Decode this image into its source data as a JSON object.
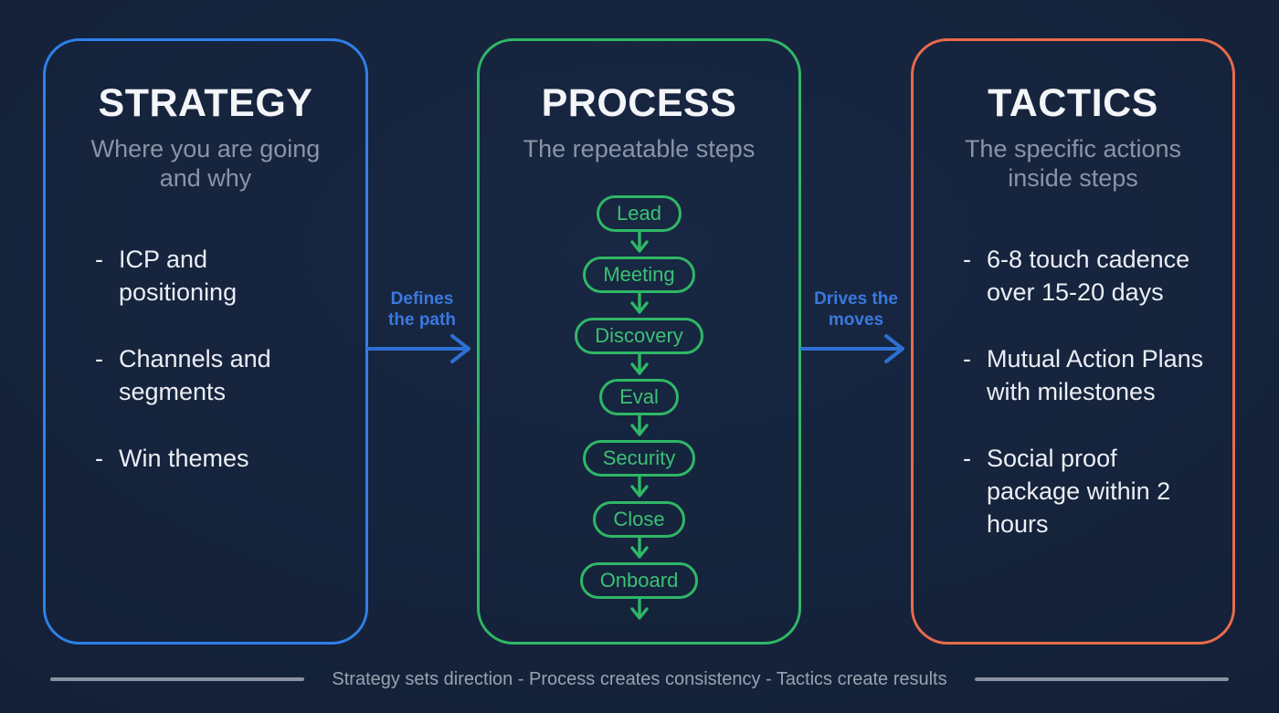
{
  "palette": {
    "background": "#142138",
    "strategy_accent": "#2e80e8",
    "process_accent": "#2fb766",
    "tactics_accent": "#e96b4b",
    "arrow_blue": "#2f6fd4",
    "connector_label_blue": "#3a79de",
    "title_color": "#f3f5f8",
    "subtitle_color": "#8a94a6",
    "body_text_color": "#ebeef4",
    "footer_color": "#99a2b0"
  },
  "bullet_marker": "-",
  "columns": {
    "strategy": {
      "title": "STRATEGY",
      "subtitle": "Where you are going\nand why",
      "bullets": [
        "ICP and\npositioning",
        "Channels and\nsegments",
        "Win themes"
      ]
    },
    "process": {
      "title": "PROCESS",
      "subtitle": "The repeatable steps",
      "steps": [
        "Lead",
        "Meeting",
        "Discovery",
        "Eval",
        "Security",
        "Close",
        "Onboard"
      ]
    },
    "tactics": {
      "title": "TACTICS",
      "subtitle": "The specific actions\ninside steps",
      "bullets": [
        "6-8 touch cadence\nover 15-20 days",
        "Mutual Action Plans\nwith milestones",
        "Social proof\npackage within 2\nhours"
      ]
    }
  },
  "connectors": [
    {
      "label": "Defines\nthe path"
    },
    {
      "label": "Drives the\nmoves"
    }
  ],
  "footer": {
    "text": "Strategy sets direction - Process creates consistency - Tactics create results"
  }
}
